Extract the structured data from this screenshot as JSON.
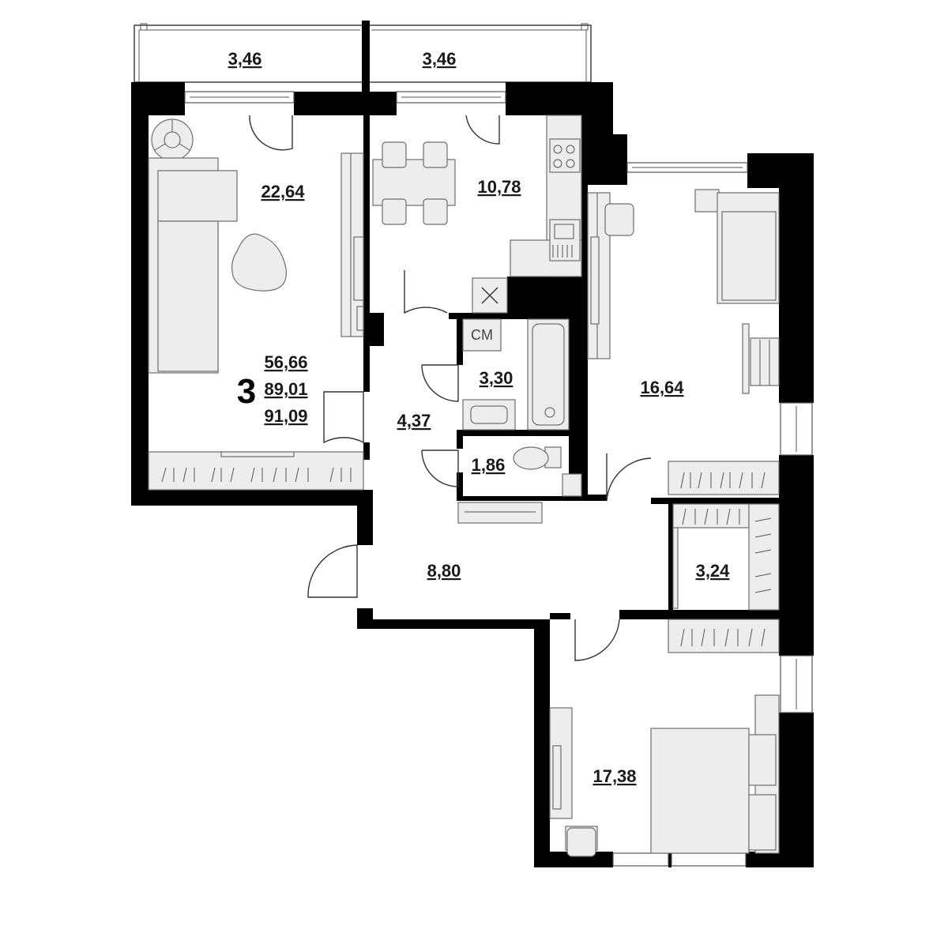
{
  "summary": {
    "rooms_count": "3",
    "living_area": "56,66",
    "total_area": "89,01",
    "total_area_with_balcony": "91,09"
  },
  "rooms": {
    "balcony_left": "3,46",
    "balcony_right": "3,46",
    "living_room": "22,64",
    "kitchen": "10,78",
    "bedroom_right": "16,64",
    "bathroom": "3,30",
    "corridor": "4,37",
    "toilet": "1,86",
    "hall": "8,80",
    "wardrobe": "3,24",
    "bedroom_bottom": "17,38"
  },
  "fixtures": {
    "washing_machine": "CM"
  },
  "colors": {
    "wall": "#000000",
    "furniture_fill": "#ededed",
    "furniture_stroke": "#6e6e6e"
  }
}
